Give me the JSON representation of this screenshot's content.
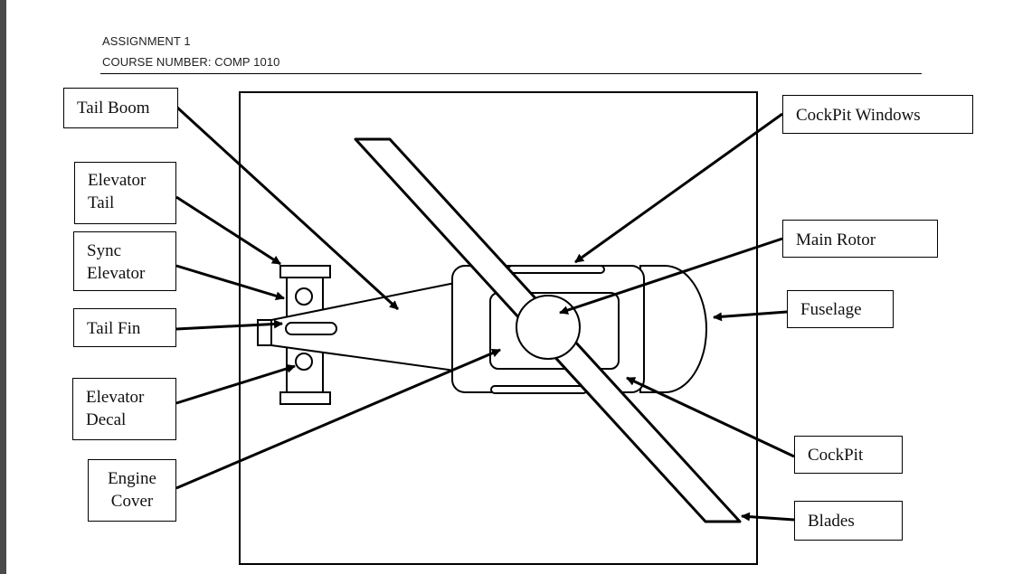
{
  "header": {
    "assignment": "ASSIGNMENT 1",
    "course": "COURSE NUMBER: COMP 1010"
  },
  "labels": {
    "tail_boom": "Tail Boom",
    "elevator_tail": "Elevator\nTail",
    "sync_elevator": "Sync\nElevator",
    "tail_fin": "Tail Fin",
    "elevator_decal": "Elevator\nDecal",
    "engine_cover": "Engine\nCover",
    "cockpit_windows": "CockPit Windows",
    "main_rotor": "Main Rotor",
    "fuselage": "Fuselage",
    "cockpit": "CockPit",
    "blades": "Blades"
  }
}
